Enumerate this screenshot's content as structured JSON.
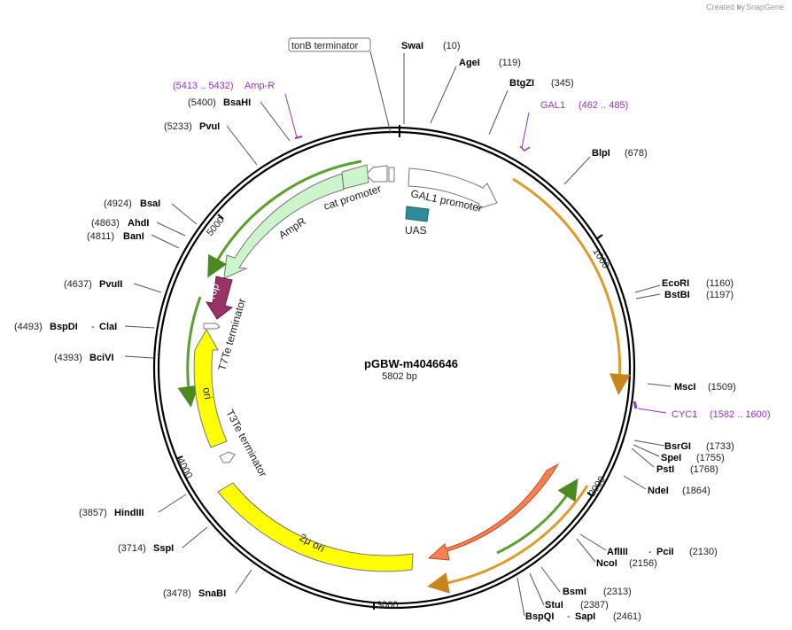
{
  "credit": {
    "text": "Created by",
    "brand": "SnapGene"
  },
  "plasmid": {
    "name": "pGBW-m4046646",
    "size": "5802 bp"
  },
  "ticks": [
    "1000",
    "2000",
    "3000",
    "4000",
    "5000"
  ],
  "sites": [
    {
      "name": "SwaI",
      "pos": "(10)"
    },
    {
      "name": "AgeI",
      "pos": "(119)"
    },
    {
      "name": "BtgZI",
      "pos": "(345)"
    },
    {
      "name": "BlpI",
      "pos": "(678)"
    },
    {
      "name": "EcoRI",
      "pos": "(1160)"
    },
    {
      "name": "BstBI",
      "pos": "(1197)"
    },
    {
      "name": "MscI",
      "pos": "(1509)"
    },
    {
      "name": "BsrGI",
      "pos": "(1733)"
    },
    {
      "name": "SpeI",
      "pos": "(1755)"
    },
    {
      "name": "PstI",
      "pos": "(1768)"
    },
    {
      "name": "NdeI",
      "pos": "(1864)"
    },
    {
      "name": "AflIII",
      "extra": "PciI",
      "pos": "(2130)"
    },
    {
      "name": "NcoI",
      "pos": "(2156)"
    },
    {
      "name": "BsmI",
      "pos": "(2313)"
    },
    {
      "name": "StuI",
      "pos": "(2387)"
    },
    {
      "name": "BspQI",
      "extra": "SapI",
      "pos": "(2461)"
    },
    {
      "name": "SnaBI",
      "pos": "(3478)"
    },
    {
      "name": "SspI",
      "pos": "(3714)"
    },
    {
      "name": "HindIII",
      "pos": "(3857)"
    },
    {
      "name": "BciVI",
      "pos": "(4393)"
    },
    {
      "name": "BspDI",
      "extra": "ClaI",
      "pos": "(4493)"
    },
    {
      "name": "PvuII",
      "pos": "(4637)"
    },
    {
      "name": "BanI",
      "pos": "(4811)"
    },
    {
      "name": "AhdI",
      "pos": "(4863)"
    },
    {
      "name": "BsaI",
      "pos": "(4924)"
    },
    {
      "name": "PvuI",
      "pos": "(5233)"
    },
    {
      "name": "BsaHI",
      "pos": "(5400)"
    }
  ],
  "primers": [
    {
      "name": "GAL1",
      "range": "(462 .. 485)"
    },
    {
      "name": "CYC1",
      "range": "(1582 .. 1600)"
    },
    {
      "name": "Amp-R",
      "range": "(5413 .. 5432)"
    }
  ],
  "features": {
    "tonb": "tonB terminator",
    "gal1_promoter": "GAL1 promoter",
    "uas": "UAS",
    "cat_promoter": "cat promoter",
    "ampr": "AmpR",
    "rop": "rop",
    "t7te": "T7Te terminator",
    "ori": "ori",
    "t3te": "T3Te terminator",
    "two_micron": "2μ ori",
    "ura3": "URA3"
  },
  "colors": {
    "primer": "#9933cc",
    "ampr": "#ccf5cc",
    "rop": "#993366",
    "ori": "#ffff00",
    "uas": "#2e8b9a",
    "ura3": "#ff7f50",
    "orf_green": "#5aa02c",
    "orf_orange": "#e09a2a"
  }
}
